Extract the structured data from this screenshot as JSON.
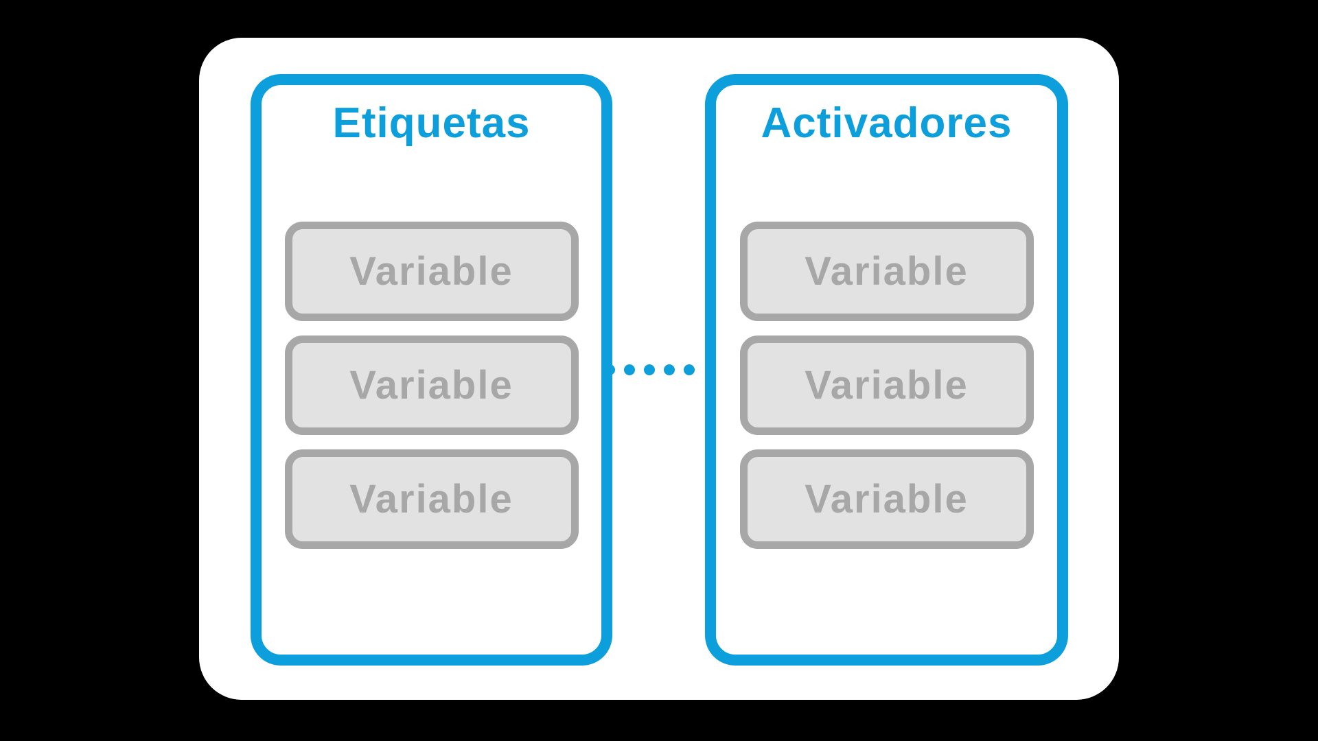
{
  "colors": {
    "page_bg": "#000000",
    "card_bg": "#ffffff",
    "accent_blue": "#0d9fdc",
    "box_border_gray": "#a7a7a7",
    "box_fill_gray": "#e2e2e2",
    "box_text_gray": "#a7a7a7"
  },
  "diagram": {
    "panels": [
      {
        "title": "Etiquetas",
        "items": [
          "Variable",
          "Variable",
          "Variable"
        ]
      },
      {
        "title": "Activadores",
        "items": [
          "Variable",
          "Variable",
          "Variable"
        ]
      }
    ],
    "connector": {
      "style": "dotted",
      "dot_count": 5
    }
  }
}
